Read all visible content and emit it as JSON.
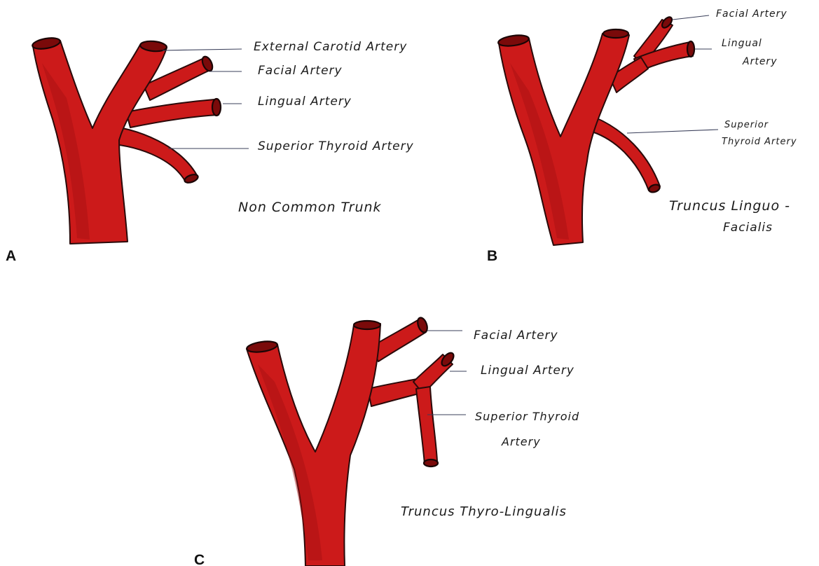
{
  "colors": {
    "vessel": "#cc1a1a",
    "vessel_dark": "#a40f12",
    "outline": "#2a0a0a",
    "leader": "#3a3f5a"
  },
  "panel_a": {
    "label": "A",
    "external_carotid": "External Carotid Artery",
    "facial": "Facial Artery",
    "lingual": "Lingual Artery",
    "superior_thyroid": "Superior Thyroid Artery",
    "caption": "Non Common Trunk"
  },
  "panel_b": {
    "label": "B",
    "facial": "Facial Artery",
    "lingual_1": "Lingual",
    "lingual_2": "Artery",
    "superior_thyroid_1": "Superior",
    "superior_thyroid_2": "Thyroid Artery",
    "caption_1": "Truncus Linguo -",
    "caption_2": "Facialis"
  },
  "panel_c": {
    "label": "C",
    "facial": "Facial Artery",
    "lingual": "Lingual Artery",
    "superior_thyroid_1": "Superior Thyroid",
    "superior_thyroid_2": "Artery",
    "caption": "Truncus Thyro-Lingualis"
  }
}
